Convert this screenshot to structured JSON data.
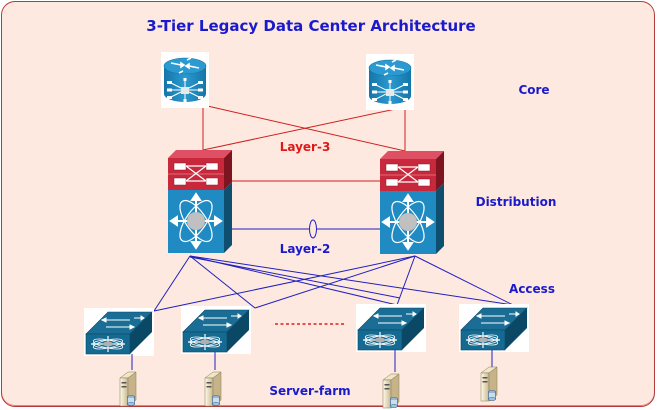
{
  "title": "3-Tier Legacy Data Center Architecture",
  "tiers": {
    "core": "Core",
    "distribution": "Distribution",
    "access": "Access",
    "server_farm": "Server-farm"
  },
  "link_labels": {
    "layer3": "Layer-3",
    "layer2": "Layer-2"
  },
  "colors": {
    "title": "#1a1acc",
    "tier_label": "#1a1acc",
    "layer3": "#e01818",
    "layer3_line": "#d02020",
    "layer2_line": "#2020c0",
    "device_blue": "#1f8bc2",
    "device_dark": "#0e5a7e",
    "device_red": "#c8283c",
    "background": "#fde9df",
    "border": "#b33b3b"
  },
  "devices": {
    "core_routers": [
      "core-router-1",
      "core-router-2"
    ],
    "distribution_switches": [
      "distribution-switch-1",
      "distribution-switch-2"
    ],
    "access_switches": [
      "access-switch-1",
      "access-switch-2",
      "access-switch-3",
      "access-switch-4"
    ],
    "servers": [
      "server-1",
      "server-2",
      "server-3",
      "server-4"
    ]
  }
}
